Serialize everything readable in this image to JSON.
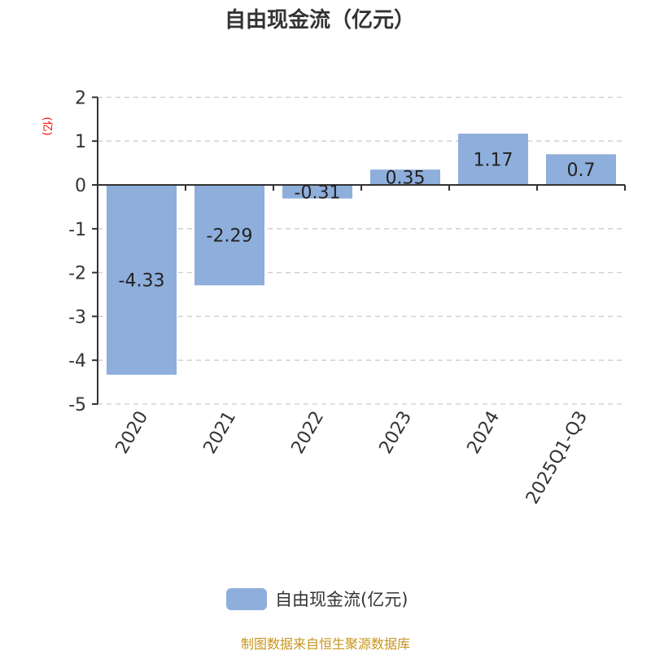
{
  "chart_data": {
    "type": "bar",
    "title": "自由现金流（亿元）",
    "ylabel": "(亿)",
    "xlabel": "",
    "categories": [
      "2020",
      "2021",
      "2022",
      "2023",
      "2024",
      "2025Q1-Q3"
    ],
    "values": [
      -4.33,
      -2.29,
      -0.31,
      0.35,
      1.17,
      0.7
    ],
    "value_labels": [
      "-4.33",
      "-2.29",
      "-0.31",
      "0.35",
      "1.17",
      "0.7"
    ],
    "ylim": [
      -5,
      2
    ],
    "yticks": [
      2,
      1,
      0,
      -1,
      -2,
      -3,
      -4,
      -5
    ],
    "ytick_labels": [
      "2",
      "1",
      "0",
      "-1",
      "-2",
      "-3",
      "-4",
      "-5"
    ],
    "grid": true,
    "legend": {
      "position": "bottom",
      "entries": [
        "自由现金流(亿元)"
      ]
    },
    "bar_color": "#8eaedb",
    "ylabel_color": "#ff0000"
  },
  "source": "制图数据来自恒生聚源数据库",
  "source_color": "#c8951e"
}
